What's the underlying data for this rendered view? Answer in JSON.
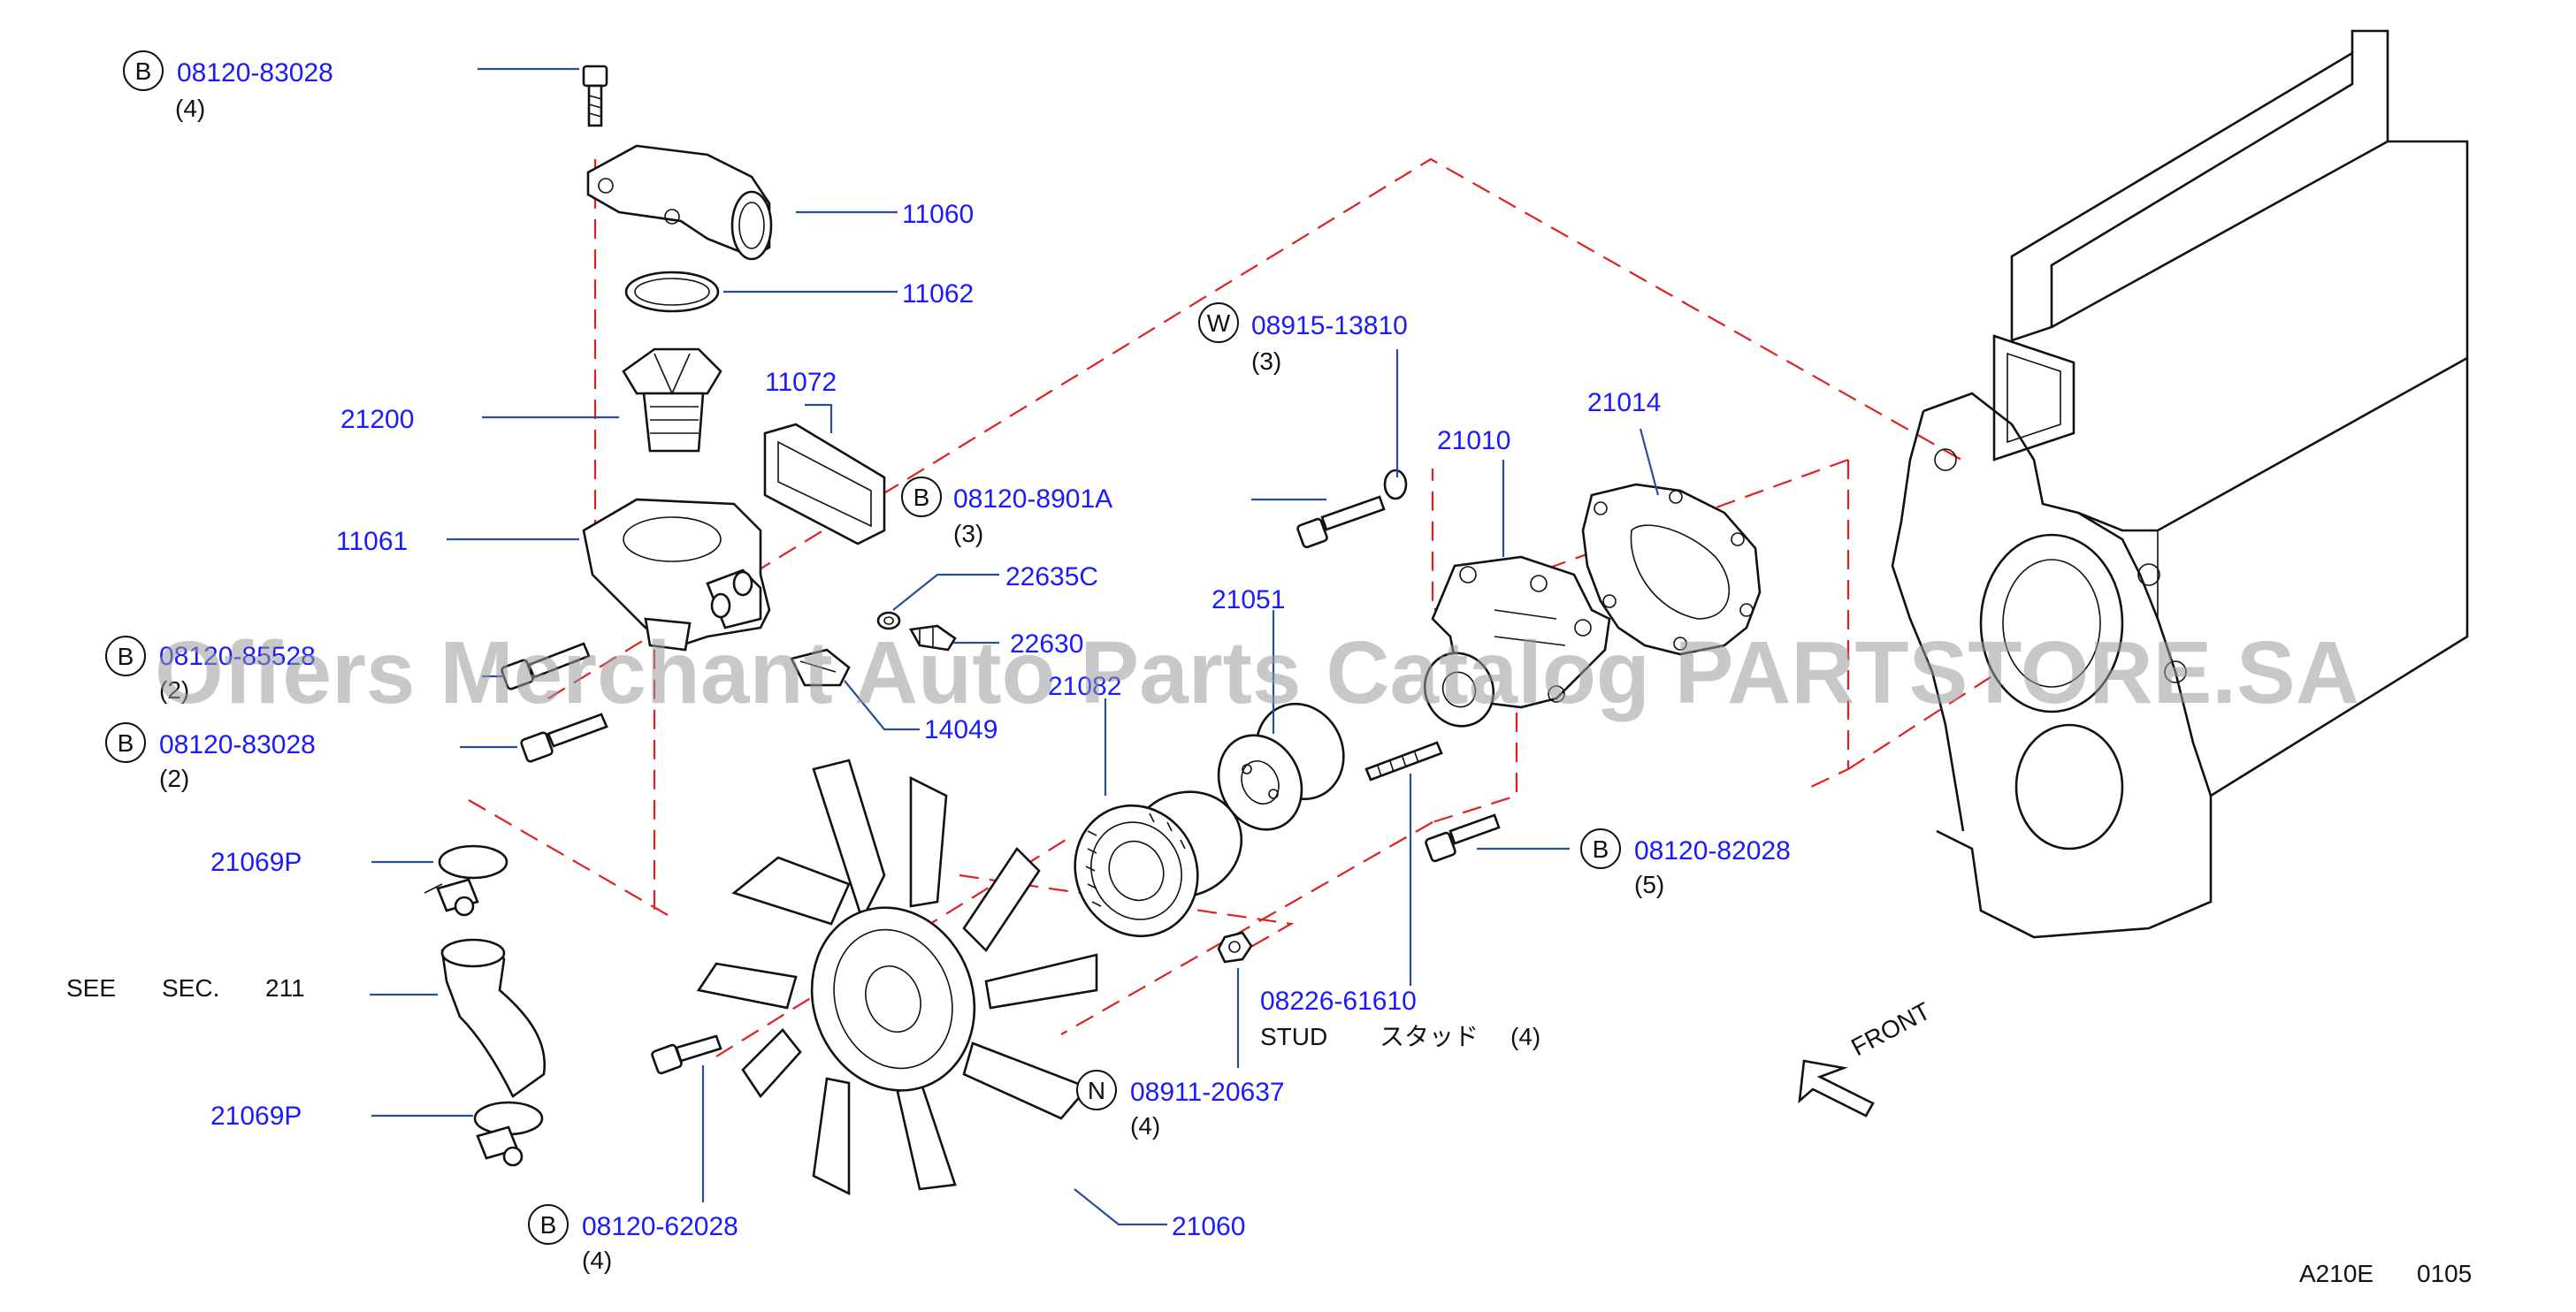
{
  "callouts": {
    "c1": {
      "badge": "B",
      "number": "08120-83028",
      "qty": "(4)"
    },
    "c2": {
      "number": "11060"
    },
    "c3": {
      "number": "11062"
    },
    "c4": {
      "number": "21200"
    },
    "c5": {
      "number": "11072"
    },
    "c6": {
      "number": "11061"
    },
    "c7": {
      "badge": "B",
      "number": "08120-8901A",
      "qty": "(3)"
    },
    "c8": {
      "number": "22635C"
    },
    "c9": {
      "number": "22630"
    },
    "c10": {
      "badge": "B",
      "number": "08120-85528",
      "qty": "(2)"
    },
    "c11": {
      "number": "21082"
    },
    "c12": {
      "number": "14049"
    },
    "c13": {
      "badge": "B",
      "number": "08120-83028",
      "qty": "(2)"
    },
    "c14": {
      "badge": "W",
      "number": "08915-13810",
      "qty": "(3)"
    },
    "c15": {
      "number": "21010"
    },
    "c16": {
      "number": "21014"
    },
    "c17": {
      "number": "21051"
    },
    "c18": {
      "badge": "B",
      "number": "08120-82028",
      "qty": "(5)"
    },
    "c19": {
      "number": "21069P"
    },
    "c20": {
      "number": "08226-61610",
      "note": "STUD",
      "note_jp": "スタッド",
      "qty": "(4)"
    },
    "c21": {
      "number": "21069P"
    },
    "c22": {
      "badge": "N",
      "number": "08911-20637",
      "qty": "(4)"
    },
    "c23": {
      "badge": "B",
      "number": "08120-62028",
      "qty": "(4)"
    },
    "c24": {
      "number": "21060"
    }
  },
  "see_sec": {
    "see": "SEE",
    "sec": "SEC.",
    "num": "211"
  },
  "front_label": "FRONT",
  "diagram_code": "A210E",
  "diagram_page": "0105",
  "watermark": "Offers Merchant Auto Parts Catalog PARTSTORE.SA",
  "colors": {
    "part_number": "#1a1aff",
    "leader": "#2a4f9a",
    "dashed": "#e02020",
    "ink": "#111111",
    "watermark": "#9a9a9a"
  }
}
